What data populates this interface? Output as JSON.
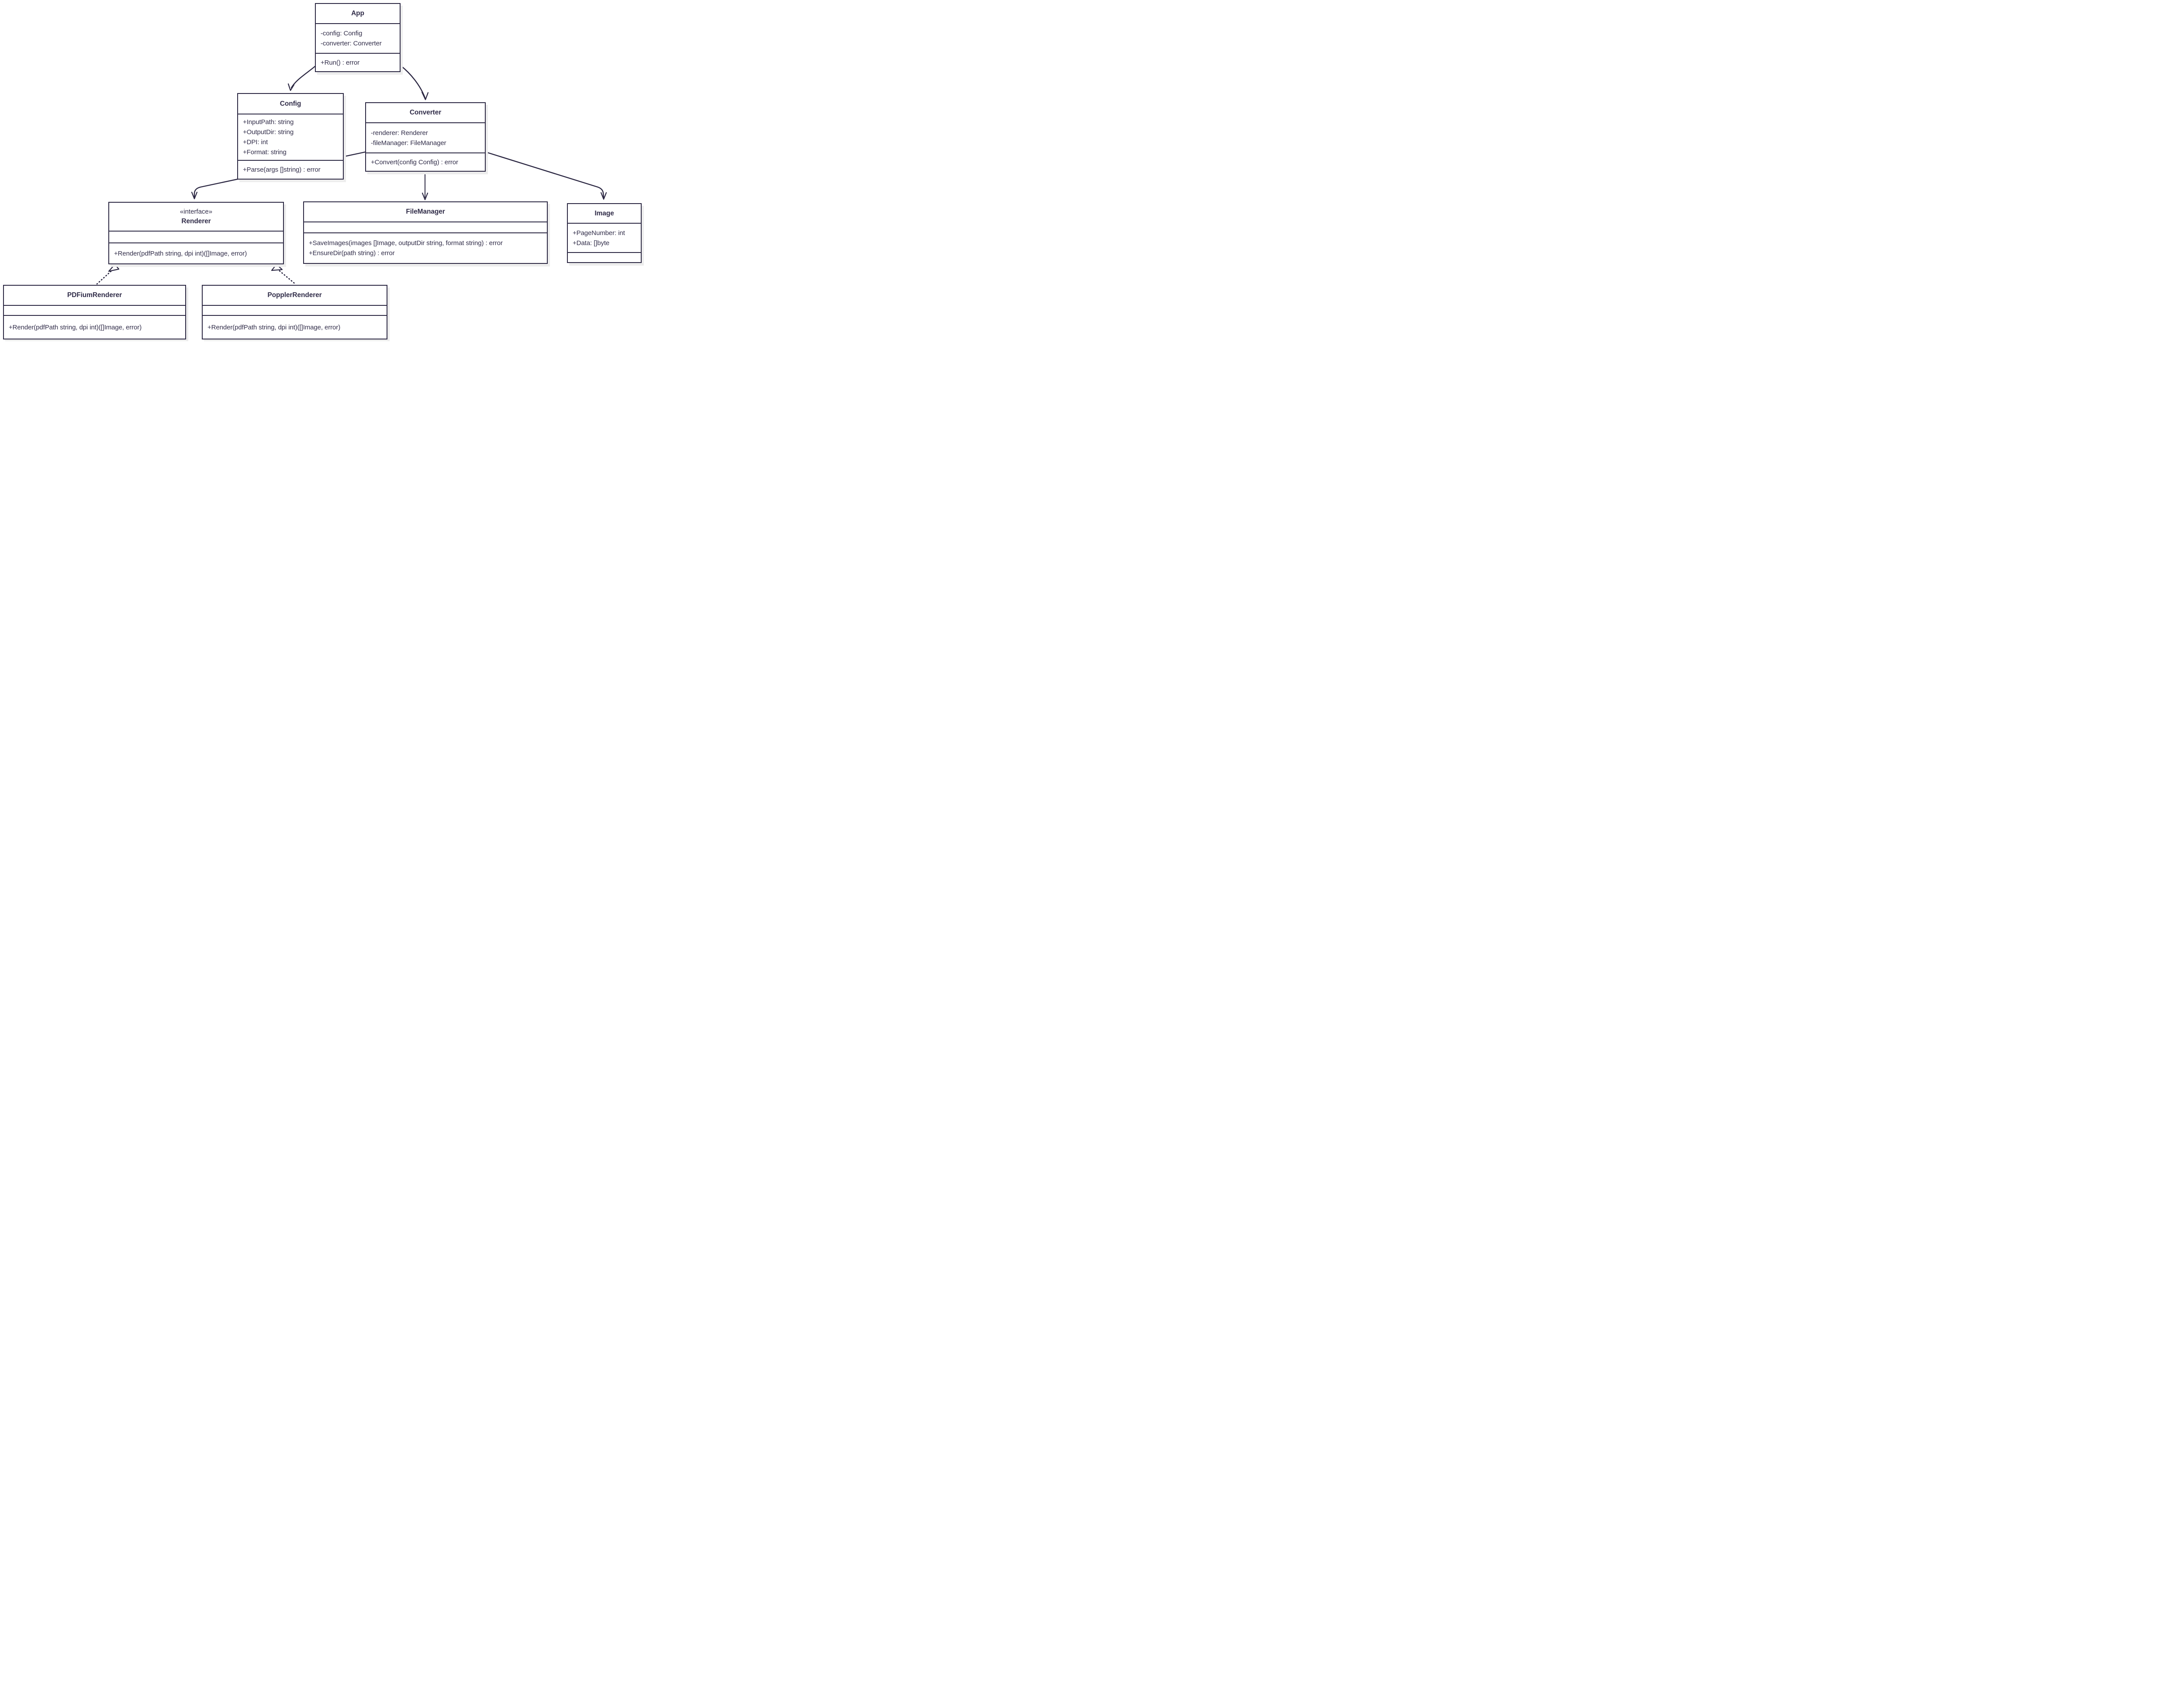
{
  "diagram": {
    "type": "uml-class-diagram",
    "colors": {
      "ink": "#2b2742",
      "text": "#322e4a",
      "background": "#ffffff",
      "box_fill": "#ffffff",
      "shadow": "#ededed"
    },
    "classes": [
      {
        "key": "app",
        "stereotype": "",
        "name": "App",
        "attributes": [
          "-config: Config",
          "-converter: Converter"
        ],
        "methods": [
          "+Run() : error"
        ]
      },
      {
        "key": "config",
        "stereotype": "",
        "name": "Config",
        "attributes": [
          "+InputPath: string",
          "+OutputDir: string",
          "+DPI: int",
          "+Format: string"
        ],
        "methods": [
          "+Parse(args []string) : error"
        ]
      },
      {
        "key": "converter",
        "stereotype": "",
        "name": "Converter",
        "attributes": [
          "-renderer: Renderer",
          "-fileManager: FileManager"
        ],
        "methods": [
          "+Convert(config Config) : error"
        ]
      },
      {
        "key": "renderer",
        "stereotype": "«interface»",
        "name": "Renderer",
        "attributes": [],
        "methods": [
          "+Render(pdfPath string, dpi int)([]Image, error)"
        ]
      },
      {
        "key": "filemanager",
        "stereotype": "",
        "name": "FileManager",
        "attributes": [],
        "methods": [
          "+SaveImages(images []Image, outputDir string, format string) : error",
          "+EnsureDir(path string) : error"
        ]
      },
      {
        "key": "image",
        "stereotype": "",
        "name": "Image",
        "attributes": [
          "+PageNumber: int",
          "+Data: []byte"
        ],
        "methods": []
      },
      {
        "key": "pdfium",
        "stereotype": "",
        "name": "PDFiumRenderer",
        "attributes": [],
        "methods": [
          "+Render(pdfPath string, dpi int)([]Image, error)"
        ]
      },
      {
        "key": "poppler",
        "stereotype": "",
        "name": "PopplerRenderer",
        "attributes": [],
        "methods": [
          "+Render(pdfPath string, dpi int)([]Image, error)"
        ]
      }
    ],
    "relations": [
      {
        "from": "App",
        "to": "Config",
        "kind": "association-arrow"
      },
      {
        "from": "App",
        "to": "Converter",
        "kind": "association-arrow"
      },
      {
        "from": "Converter",
        "to": "Renderer",
        "kind": "association-arrow"
      },
      {
        "from": "Converter",
        "to": "FileManager",
        "kind": "association-arrow"
      },
      {
        "from": "Converter",
        "to": "Image",
        "kind": "association-arrow"
      },
      {
        "from": "PDFiumRenderer",
        "to": "Renderer",
        "kind": "realization-dotted-hollow-triangle"
      },
      {
        "from": "PopplerRenderer",
        "to": "Renderer",
        "kind": "realization-dotted-hollow-triangle"
      }
    ]
  }
}
